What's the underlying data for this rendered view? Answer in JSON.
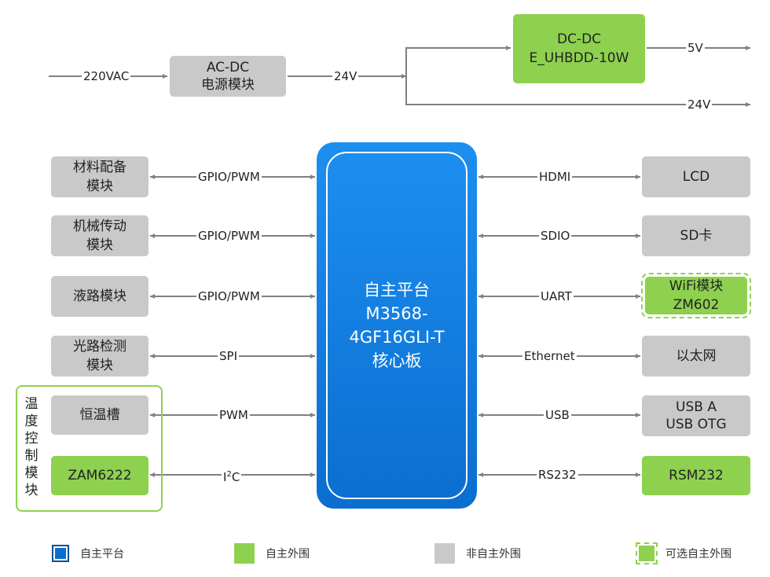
{
  "power": {
    "input": "220VAC",
    "acdc": [
      "AC-DC",
      "电源模块"
    ],
    "mid": "24V",
    "dcdc": [
      "DC-DC",
      "E_UHBDD-10W"
    ],
    "out5v": "5V",
    "out24v": "24V"
  },
  "core": {
    "lines": [
      "自主平台",
      "M3568-",
      "4GF16GLI-T",
      "核心板"
    ]
  },
  "left": [
    {
      "name": [
        "材料配备",
        "模块"
      ],
      "bus": "GPIO/PWM"
    },
    {
      "name": [
        "机械传动",
        "模块"
      ],
      "bus": "GPIO/PWM"
    },
    {
      "name": [
        "液路模块"
      ],
      "bus": "GPIO/PWM"
    },
    {
      "name": [
        "光路检测",
        "模块"
      ],
      "bus": "SPI"
    },
    {
      "name": [
        "恒温槽"
      ],
      "bus": "PWM"
    },
    {
      "name": [
        "ZAM6222"
      ],
      "bus_pre": "I",
      "bus_sup": "2",
      "bus_post": "C"
    }
  ],
  "temp_group": {
    "label": [
      "温",
      "度",
      "控",
      "制",
      "模",
      "块"
    ]
  },
  "right": [
    {
      "name": [
        "LCD"
      ],
      "bus": "HDMI"
    },
    {
      "name": [
        "SD卡"
      ],
      "bus": "SDIO"
    },
    {
      "name": [
        "WiFi模块",
        "ZM602"
      ],
      "bus": "UART"
    },
    {
      "name": [
        "以太网"
      ],
      "bus": "Ethernet"
    },
    {
      "name": [
        "USB A",
        "USB OTG"
      ],
      "bus": "USB"
    },
    {
      "name": [
        "RSM232"
      ],
      "bus": "RS232"
    }
  ],
  "legend": {
    "platform": "自主平台",
    "own": "自主外围",
    "third": "非自主外围",
    "optional": "可选自主外围"
  },
  "colors": {
    "platform_blue": "#0a6ed0",
    "own_green": "#8dd14f",
    "third_gray": "#c9c9c9",
    "arrow_gray": "#808080"
  }
}
